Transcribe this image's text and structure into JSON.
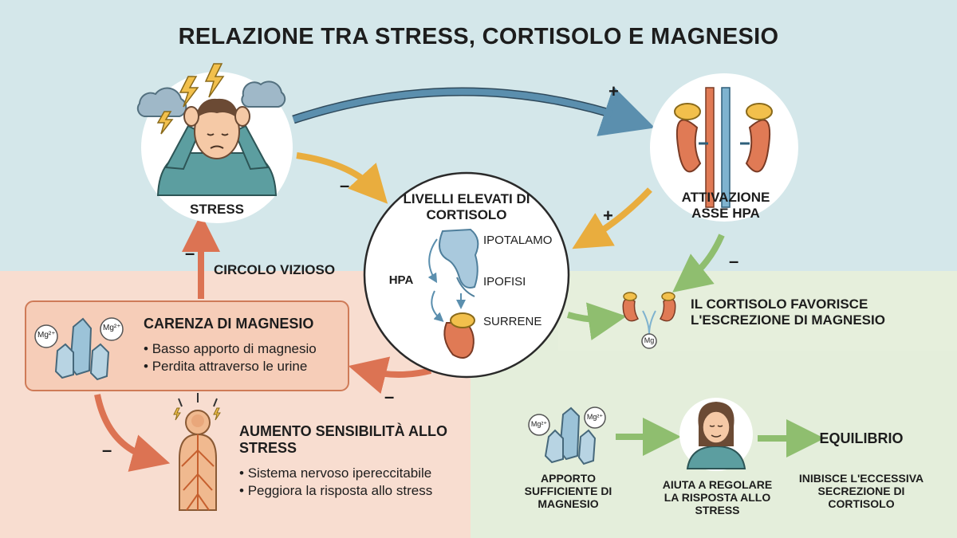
{
  "title": "RELAZIONE TRA STRESS, CORTISOLO E MAGNESIO",
  "stress": {
    "label": "STRESS"
  },
  "cortisol": {
    "label": "LIVELLI ELEVATI DI CORTISOLO",
    "hpa": "HPA",
    "organs": [
      "IPOTALAMO",
      "IPOFISI",
      "SURRENE"
    ]
  },
  "hpa_activation": {
    "label": "ATTIVAZIONE ASSE HPA"
  },
  "excretion": {
    "label": "IL CORTISOLO FAVORISCE L'ESCREZIONE DI MAGNESIO",
    "mg_badge": "Mg"
  },
  "vicious_circle": "CIRCOLO VIZIOSO",
  "deficiency": {
    "title": "CARENZA DI MAGNESIO",
    "items": [
      "Basso apporto di magnesio",
      "Perdita attraverso le urine"
    ],
    "mg_badge": "Mg²⁺"
  },
  "sensitivity": {
    "title": "AUMENTO SENSIBILITÀ ALLO STRESS",
    "items": [
      "Sistema nervoso ipereccitabile",
      "Peggiora la risposta allo stress"
    ]
  },
  "balance": {
    "supply": "APPORTO SUFFICIENTE DI MAGNESIO",
    "regulate": "AIUTA A REGOLARE LA RISPOSTA ALLO STRESS",
    "equilibrium": "EQUILIBRIO",
    "inhibit": "INIBISCE L'ECCESSIVA SECREZIONE DI CORTISOLO",
    "mg_badge": "Mg²⁺"
  },
  "signs": {
    "plus": "+",
    "minus": "–"
  },
  "colors": {
    "arrow_blue": "#5b8fae",
    "arrow_orange": "#e9ad3e",
    "arrow_red": "#dc7353",
    "arrow_green": "#8fbe6f",
    "kidney": "#e07a55",
    "adrenal": "#f2c04c",
    "crystal": "#9cc3d8"
  }
}
